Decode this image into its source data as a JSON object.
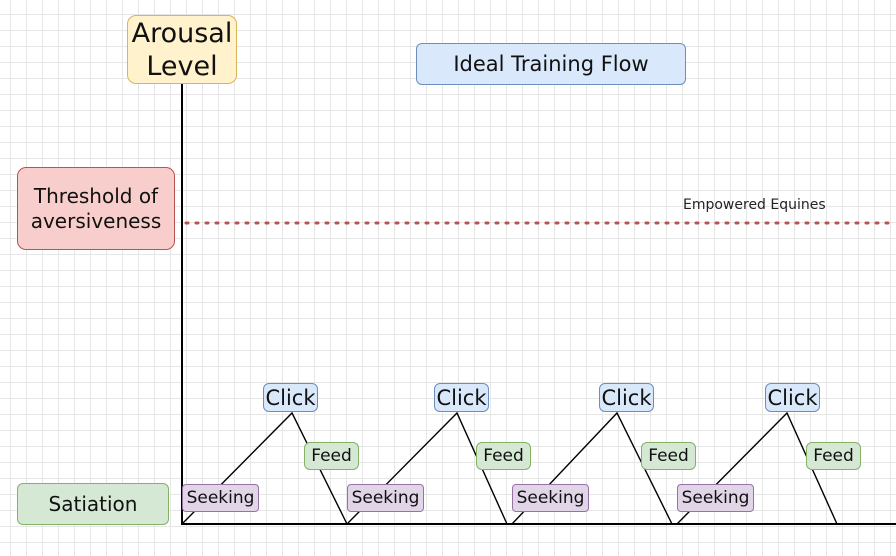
{
  "y_axis_label": "Arousal Level",
  "title": "Ideal Training Flow",
  "threshold_label": "Threshold of aversiveness",
  "threshold_line_label": "Empowered Equines",
  "satiation_label": "Satiation",
  "cycles": [
    {
      "click": "Click",
      "feed": "Feed",
      "seeking": "Seeking"
    },
    {
      "click": "Click",
      "feed": "Feed",
      "seeking": "Seeking"
    },
    {
      "click": "Click",
      "feed": "Feed",
      "seeking": "Seeking"
    },
    {
      "click": "Click",
      "feed": "Feed",
      "seeking": "Seeking"
    }
  ],
  "colors": {
    "axis": "#000000",
    "threshold_line": "#b85450",
    "yellow_fill": "#fff2cc",
    "blue_fill": "#dae8fc",
    "red_fill": "#f8cecc",
    "green_fill": "#d5e8d4",
    "purple_fill": "#e1d5e7"
  }
}
